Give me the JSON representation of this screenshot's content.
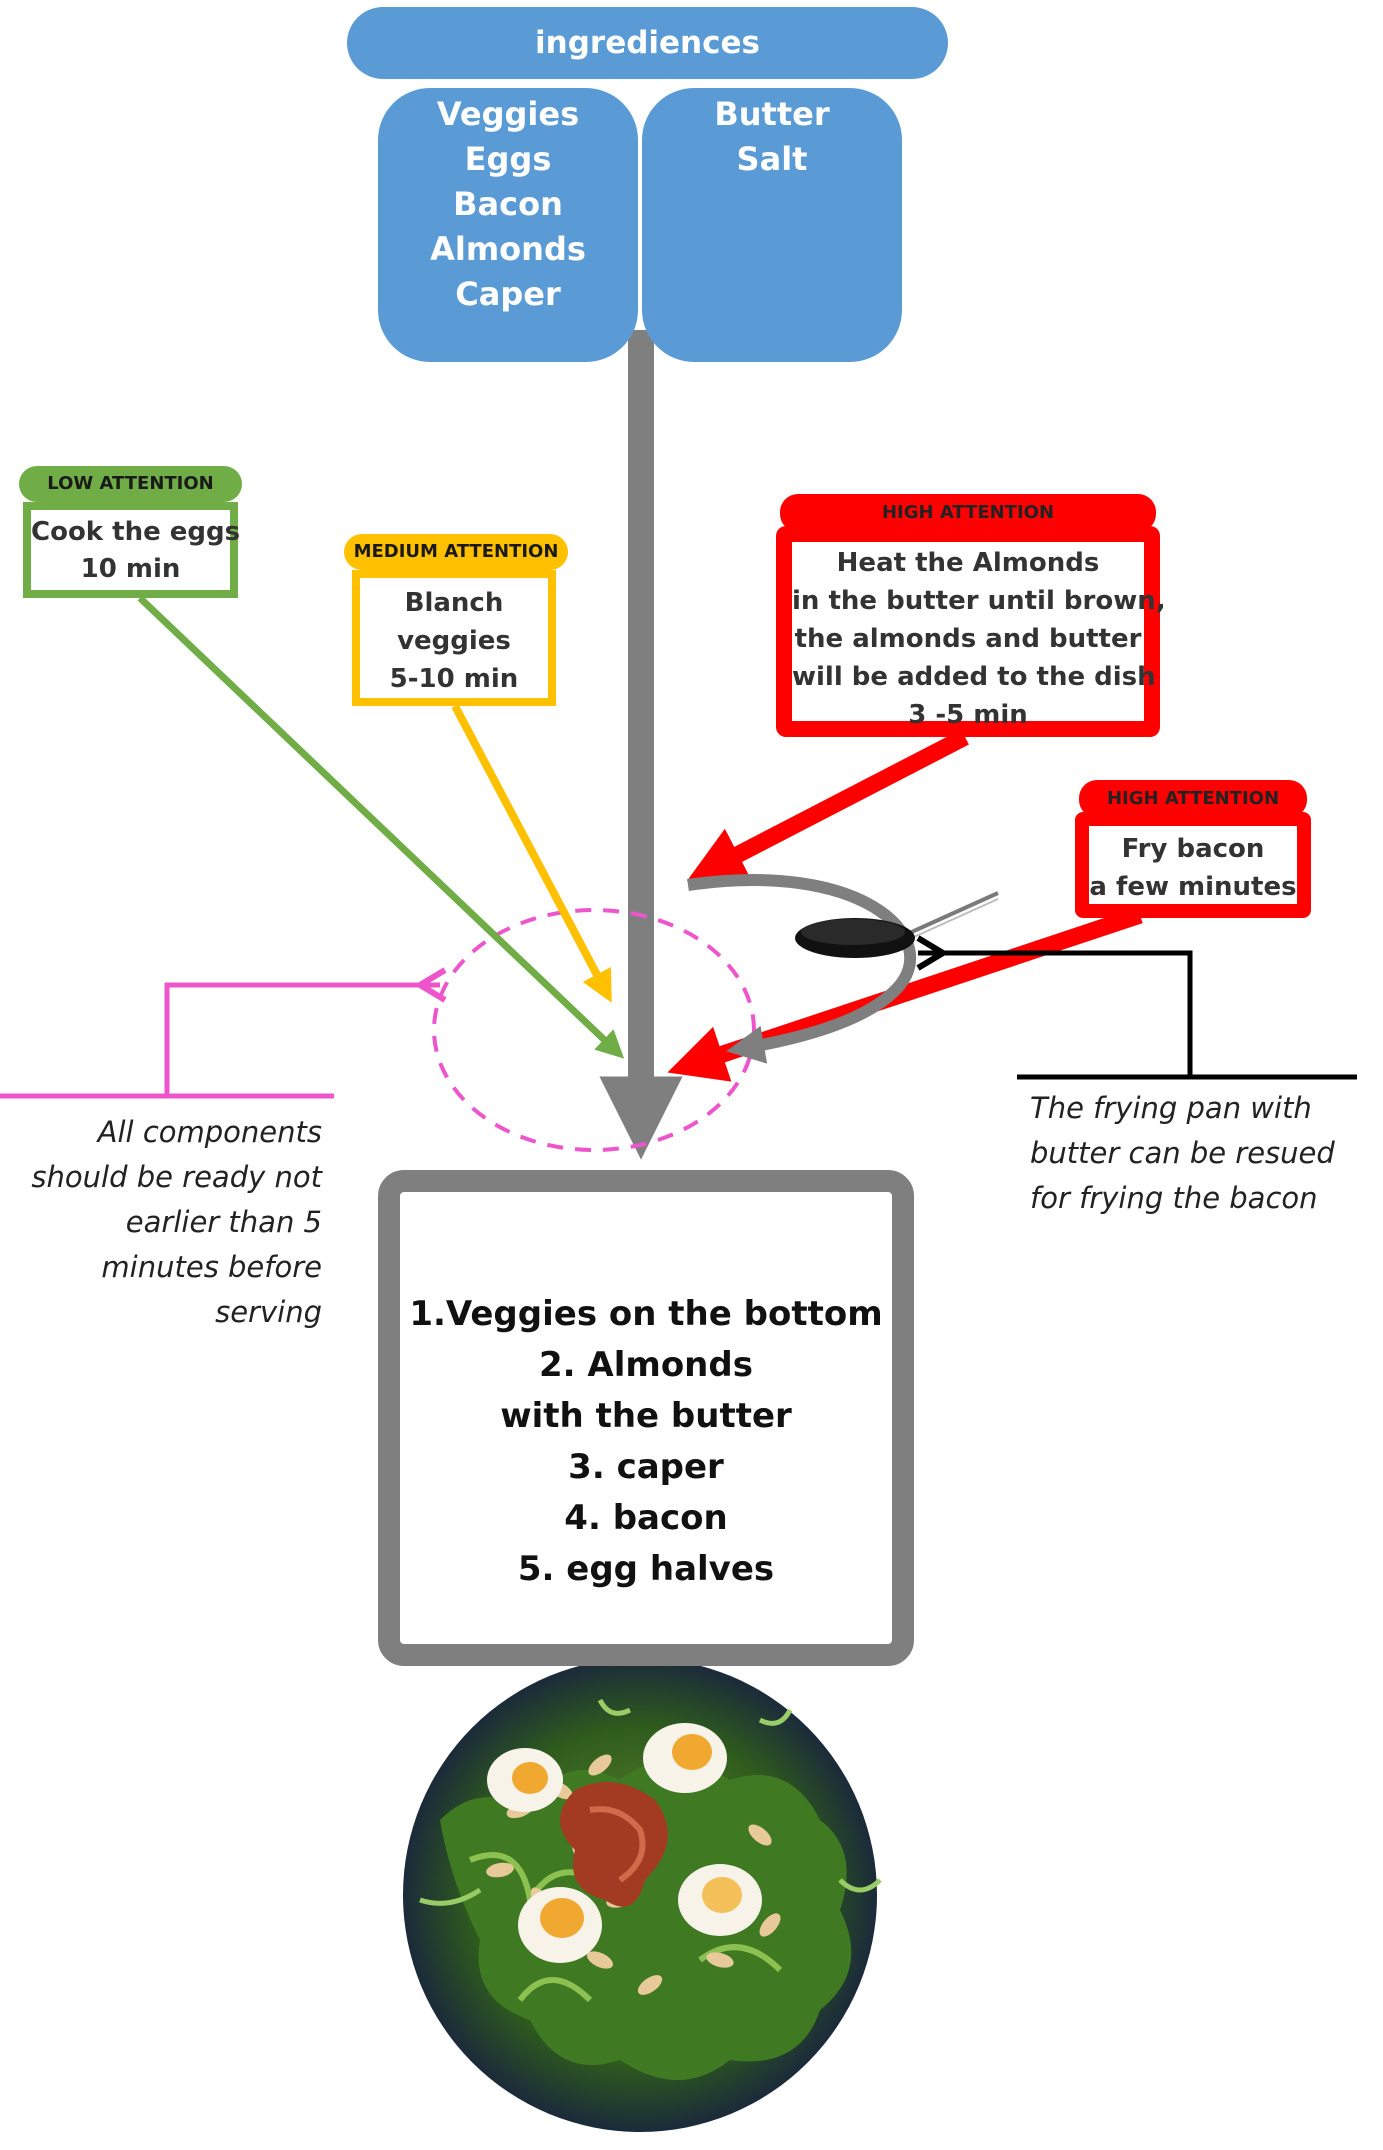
{
  "ingredients": {
    "title": "ingrediences",
    "column_left": [
      "Veggies",
      "Eggs",
      "Bacon",
      "Almonds",
      "Caper"
    ],
    "column_right": [
      "Butter",
      "Salt"
    ]
  },
  "steps": {
    "eggs": {
      "attention": "LOW ATTENTION",
      "lines": [
        "Cook the eggs",
        "10 min"
      ]
    },
    "veggies": {
      "attention": "MEDIUM ATTENTION",
      "lines": [
        "Blanch",
        "veggies",
        "5-10 min"
      ]
    },
    "almonds": {
      "attention": "HIGH ATTENTION",
      "lines": [
        "Heat the Almonds",
        "in the butter until brown,",
        "the almonds and butter",
        "will be added to the dish",
        "3 -5 min"
      ]
    },
    "bacon": {
      "attention": "HIGH ATTENTION",
      "lines": [
        "Fry bacon",
        "a few minutes"
      ]
    }
  },
  "notes": {
    "timing": [
      "All components",
      "should be ready not",
      "earlier than 5",
      "minutes before",
      "serving"
    ],
    "pan": [
      "The frying pan with",
      "butter can be resued",
      "for frying the bacon"
    ]
  },
  "assembly": {
    "lines": [
      "1.Veggies on the bottom",
      "2. Almonds",
      "with the butter",
      "3. caper",
      "4. bacon",
      "5. egg halves"
    ]
  },
  "colors": {
    "ingredients": "#5b9bd5",
    "low_attention": "#70ad47",
    "medium_attention": "#ffc000",
    "high_attention": "#ff0000",
    "main_flow": "#7f7f7f",
    "timing_note": "#ee55cc",
    "pan_note": "#000000"
  },
  "icons": {
    "pan": "frying-pan-icon",
    "dish": "finished-dish-photo"
  }
}
